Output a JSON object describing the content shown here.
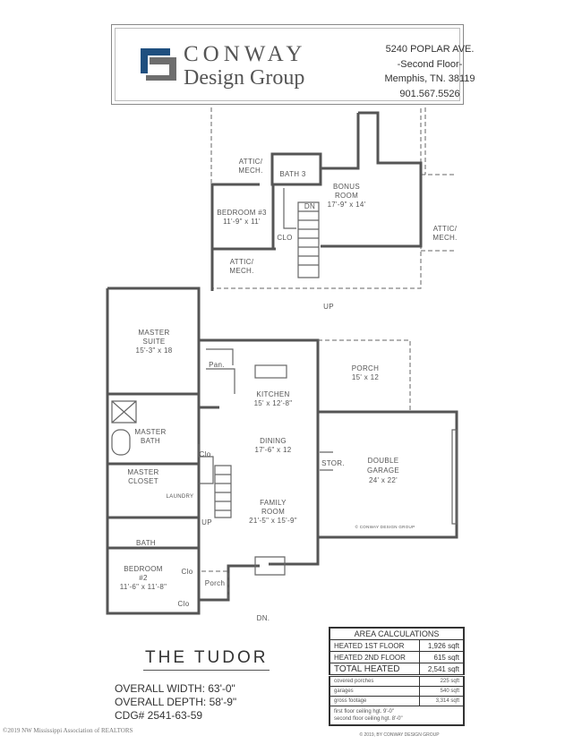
{
  "header": {
    "brand_line1": "CONWAY",
    "brand_line2": "Design Group",
    "brand_color": "#1f4f7f",
    "brand_gray": "#6e6e6e",
    "address": [
      "5240 POPLAR AVE.",
      "-Second Floor-",
      "Memphis, TN.  38119",
      "901.567.5526"
    ]
  },
  "second_floor": {
    "attic_1": [
      "ATTIC/",
      "MECH."
    ],
    "bath3": "BATH 3",
    "bonus": [
      "BONUS",
      "ROOM",
      "17'-9\" x 14'"
    ],
    "bedroom3": [
      "BEDROOM #3",
      "11'-9\" x 11'"
    ],
    "dn": "DN",
    "clo": "CLO",
    "attic_2": [
      "ATTIC/",
      "MECH."
    ],
    "attic_3": [
      "ATTIC/",
      "MECH."
    ],
    "up": "UP"
  },
  "first_floor": {
    "master_suite": [
      "MASTER",
      "SUITE",
      "15'-3\" x 18"
    ],
    "pan": "Pan.",
    "kitchen": [
      "KITCHEN",
      "15' x 12'-8\""
    ],
    "dining": [
      "DINING",
      "17'-6\" x 12"
    ],
    "master_bath": [
      "MASTER",
      "BATH"
    ],
    "clo_1": "Clo",
    "master_closet": [
      "MASTER",
      "CLOSET"
    ],
    "laundry": "LAUNDRY",
    "family": [
      "FAMILY",
      "ROOM",
      "21'-5\" x 15'-9\""
    ],
    "up": "UP",
    "bath": "BATH",
    "bedroom2": [
      "BEDROOM",
      "#2",
      "11'-6\" x 11'-8\""
    ],
    "clo_2": "Clo",
    "clo_3": "Clo",
    "porch_small": "Porch",
    "dn": "DN.",
    "porch": [
      "PORCH",
      "15' x 12"
    ],
    "stor": "STOR.",
    "garage": [
      "DOUBLE",
      "GARAGE",
      "24' x 22'"
    ],
    "plan_copyright": "© CONWAY DESIGN GROUP"
  },
  "plan_name": "THE TUDOR",
  "dimensions": [
    "OVERALL WIDTH: 63'-0\"",
    "OVERALL DEPTH: 58'-9\"",
    "CDG# 2541-63-59"
  ],
  "watermark": "©2019 NW Mississippi Association of REALTORS",
  "area_calculations": {
    "title": "AREA CALCULATIONS",
    "rows": [
      {
        "label": "HEATED 1ST FLOOR",
        "value": "1,926 sqft"
      },
      {
        "label": "HEATED 2ND FLOOR",
        "value": "615 sqft"
      },
      {
        "label": "TOTAL HEATED",
        "value": "2,541 sqft"
      }
    ],
    "minor_rows": [
      {
        "label": "covered porches",
        "value": "225 sqft"
      },
      {
        "label": "garages",
        "value": "540 sqft"
      },
      {
        "label": "gross footage",
        "value": "3,314 sqft"
      }
    ],
    "ceiling": [
      "first floor ceiling hgt. 9'-0\"",
      "second floor ceiling hgt. 8'-0\""
    ],
    "copyright": "© 2019, BY CONWAY DESIGN GROUP"
  }
}
